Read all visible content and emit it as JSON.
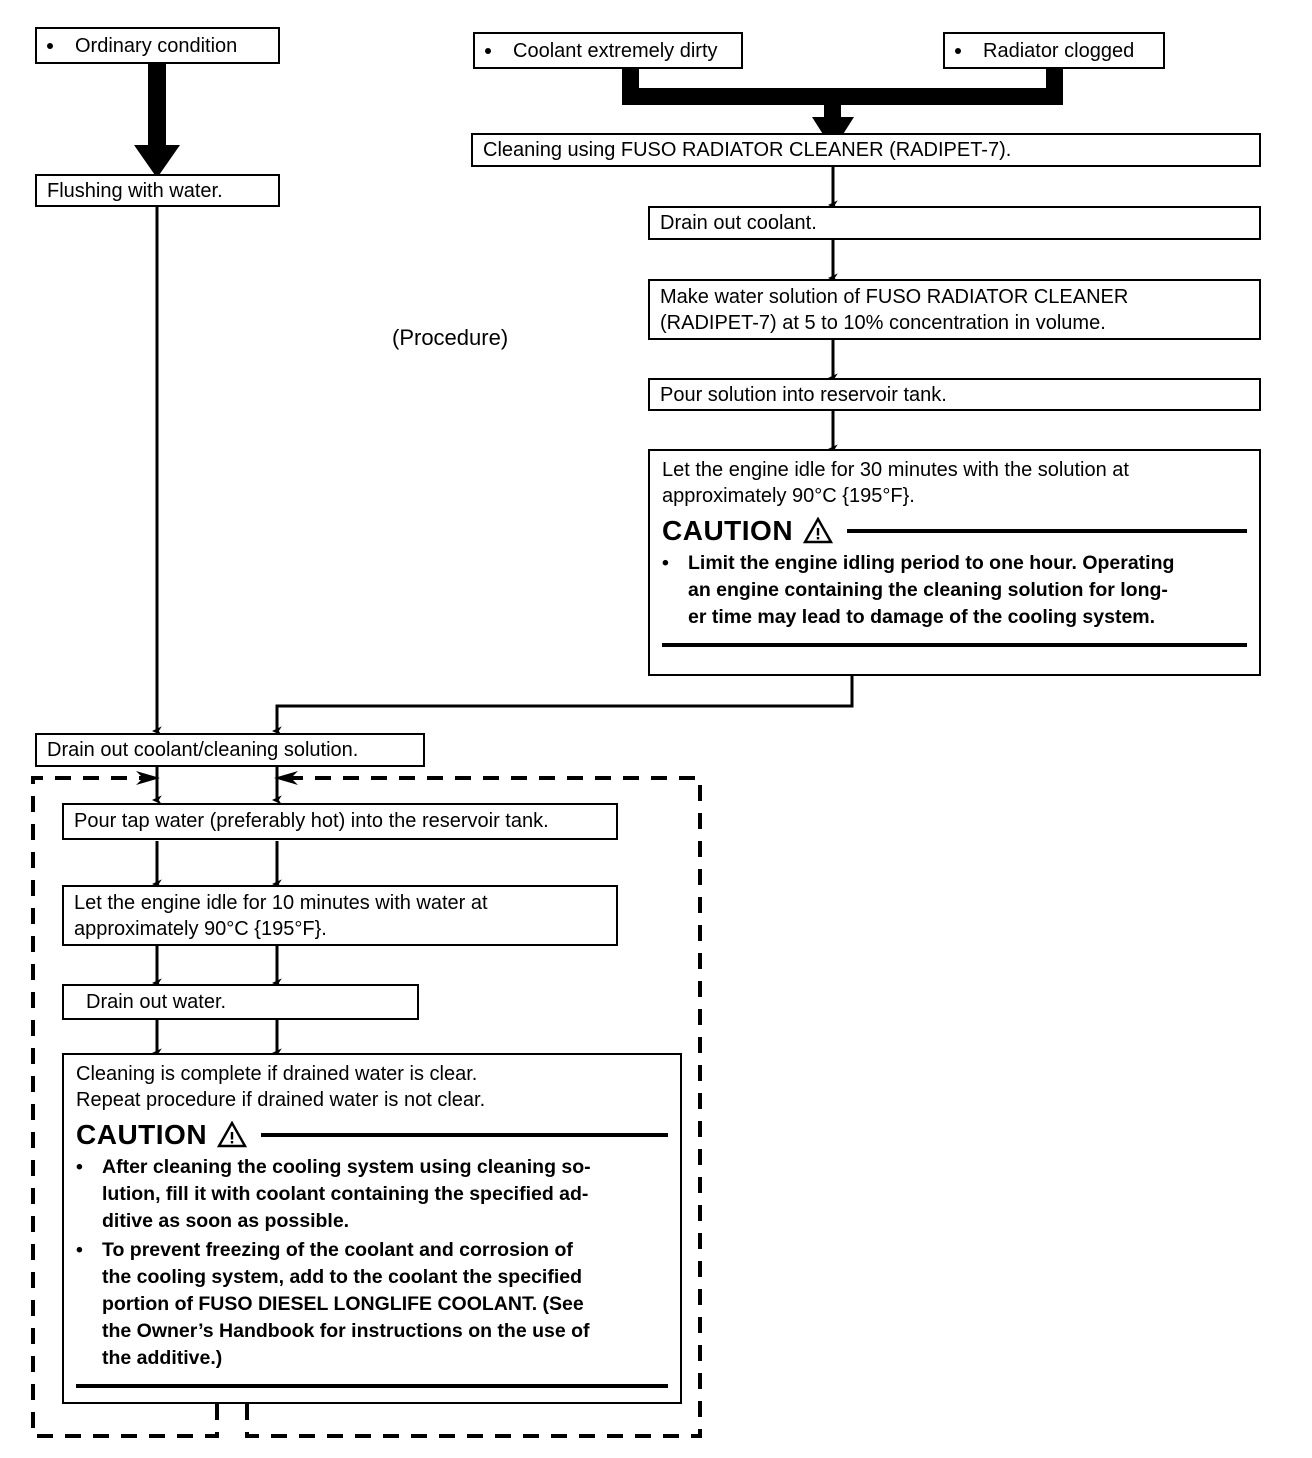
{
  "diagram": {
    "title_label": "(Procedure)",
    "nodes": {
      "ordinary_condition": "Ordinary condition",
      "coolant_dirty": "Coolant extremely dirty",
      "radiator_clogged": "Radiator clogged",
      "flushing_with_water": "Flushing with water.",
      "cleaning_using_fuso": "Cleaning using FUSO RADIATOR CLEANER (RADIPET-7).",
      "drain_out_coolant": "Drain out coolant.",
      "make_solution_l1": "Make  water  solution  of  FUSO  RADIATOR  CLEANER",
      "make_solution_l2": "(RADIPET-7) at 5 to 10% concentration in volume.",
      "pour_solution": "Pour solution into reservoir tank.",
      "idle30_l1": "Let the engine idle for 30 minutes with the solution at",
      "idle30_l2": "approximately 90°C {195°F}.",
      "drain_coolant_solution": "Drain out coolant/cleaning solution.",
      "pour_tap_water": "Pour tap water (preferably hot) into the reservoir tank.",
      "idle10_l1": "Let the engine idle  for 10 minutes  with  water at",
      "idle10_l2": "approximately 90°C {195°F}.",
      "drain_out_water": "Drain out water.",
      "cleaning_complete_l1": "Cleaning is complete if drained water is clear.",
      "cleaning_complete_l2": "Repeat procedure if drained water is not clear."
    },
    "caution_top": {
      "heading": "CAUTION",
      "icon": "warning-triangle-icon",
      "items": [
        "Limit the engine idling period to one hour. Operating an engine containing the cleaning solution for long-er time may lead to damage of the cooling system."
      ],
      "item_lines": [
        [
          "Limit the engine idling period to one hour. Operating",
          "an  engine  containing  the  cleaning  solution  for  long-",
          "er time may lead to damage of the cooling system."
        ]
      ]
    },
    "caution_bottom": {
      "heading": "CAUTION",
      "icon": "warning-triangle-icon",
      "item_lines": [
        [
          "After cleaning the cooling system using cleaning so-",
          "lution, fill it with coolant containing the specified ad-",
          "ditive as soon as possible."
        ],
        [
          "To prevent freezing of the coolant and corrosion of",
          "the cooling system, add to the coolant the specified",
          "portion of FUSO DIESEL LONGLIFE COOLANT. (See",
          "the Owner’s Handbook for instructions on the use of",
          "the additive.)"
        ]
      ]
    },
    "colors": {
      "ink": "#000000",
      "paper": "#ffffff"
    }
  }
}
